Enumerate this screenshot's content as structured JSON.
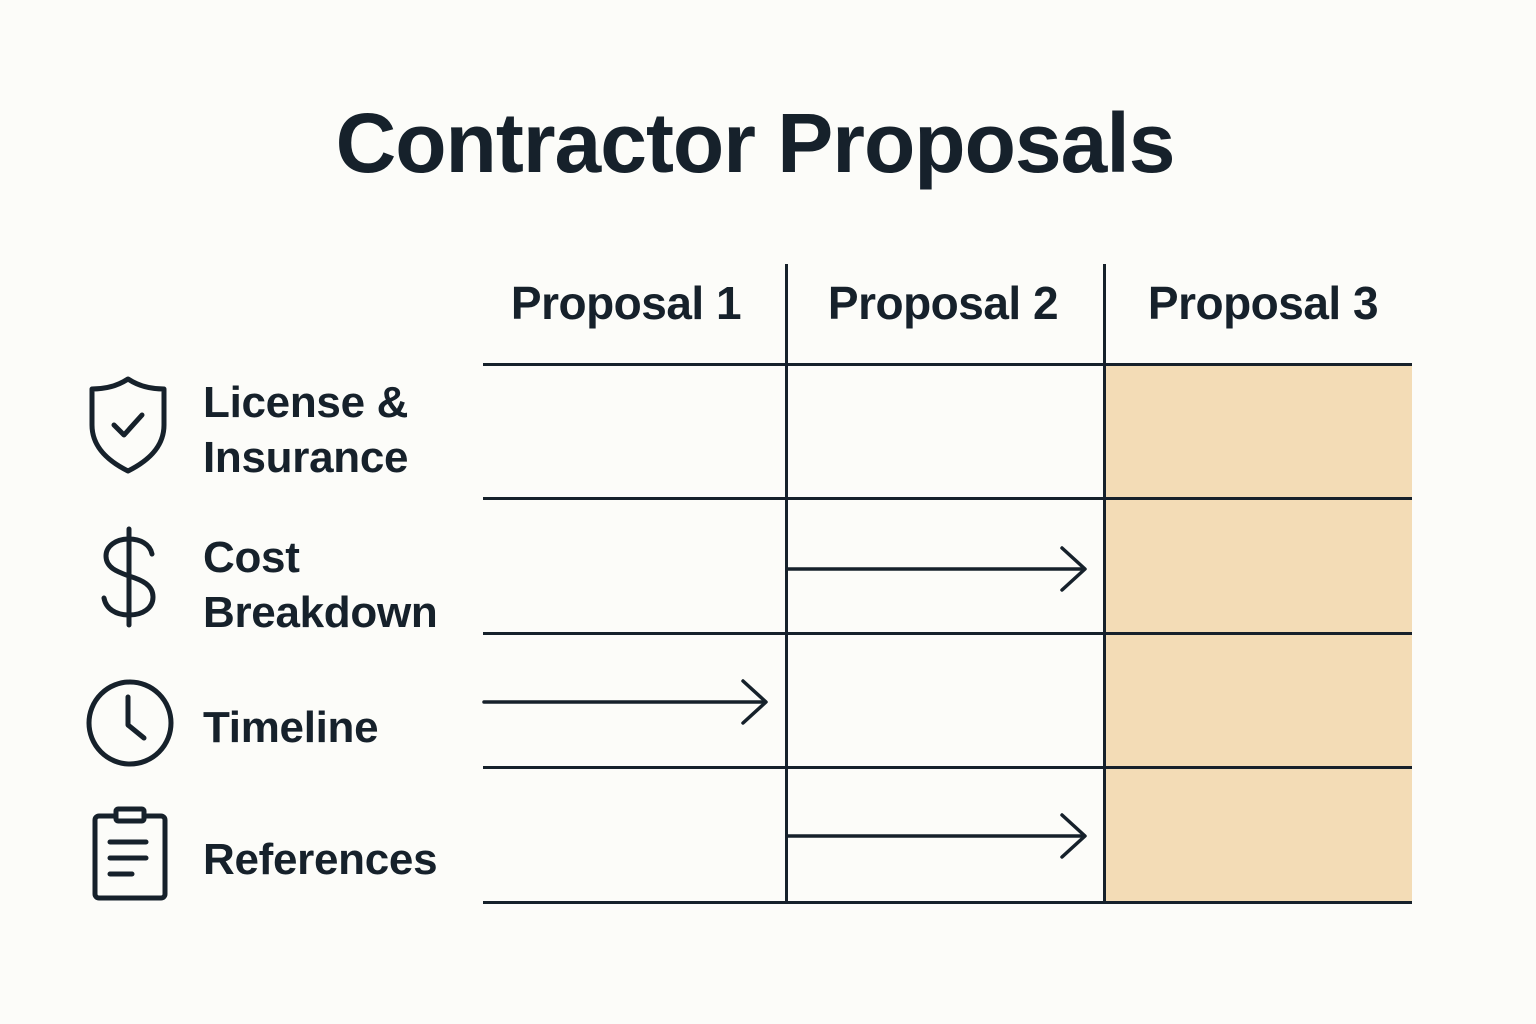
{
  "title": "Contractor Proposals",
  "columns": [
    "Proposal 1",
    "Proposal 2",
    "Proposal 3"
  ],
  "rows": [
    {
      "label": "License & Insurance",
      "icon": "shield-check-icon"
    },
    {
      "label": "Cost Breakdown",
      "icon": "dollar-icon"
    },
    {
      "label": "Timeline",
      "icon": "clock-icon"
    },
    {
      "label": "References",
      "icon": "clipboard-icon"
    }
  ],
  "arrows": [
    {
      "row": "Cost Breakdown",
      "from": "Proposal 2",
      "to": "Proposal 3"
    },
    {
      "row": "Timeline",
      "from": "Proposal 1",
      "to": "Proposal 2"
    },
    {
      "row": "References",
      "from": "Proposal 2",
      "to": "Proposal 3"
    }
  ],
  "highlighted_column": "Proposal 3",
  "colors": {
    "ink": "#16212b",
    "highlight": "#f3dcb6",
    "background": "#fcfcf9"
  }
}
